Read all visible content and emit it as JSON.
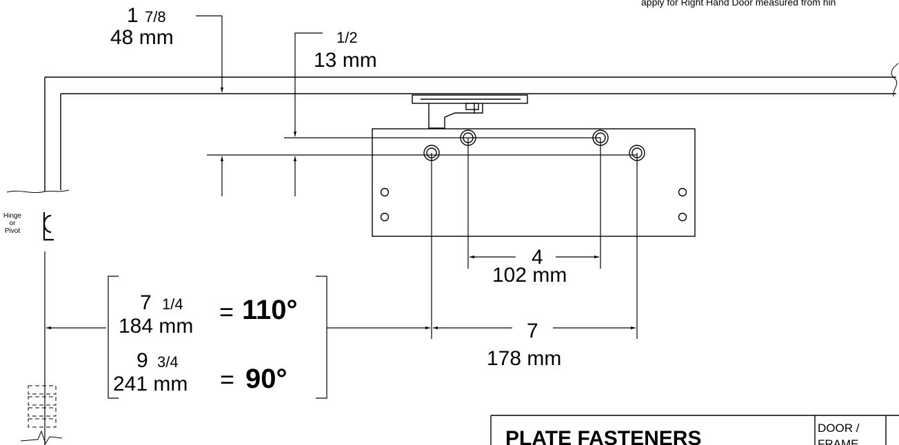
{
  "header_note": "apply for Right Hand Door measured from hin",
  "dim_frame_depth": {
    "whole": "1",
    "fraction": "7/8",
    "metric": "48 mm"
  },
  "dim_offset": {
    "fraction": "1/2",
    "metric": "13 mm"
  },
  "dim_inner_holes": {
    "whole": "4",
    "metric": "102 mm"
  },
  "dim_outer_holes": {
    "whole": "7",
    "metric": "178 mm"
  },
  "hinge_label": {
    "line1": "Hinge",
    "line2": "or",
    "line3": "Pivot",
    "symbol": "CL"
  },
  "opening_110": {
    "whole": "7",
    "fraction": "1/4",
    "metric": "184 mm",
    "equals": "=",
    "angle": "110°"
  },
  "opening_90": {
    "whole": "9",
    "fraction": "3/4",
    "metric": "241 mm",
    "equals": "=",
    "angle": "90°"
  },
  "title_block": {
    "title": "PLATE FASTENERS",
    "cell_line1": "DOOR /",
    "cell_line2": "FRAME"
  }
}
